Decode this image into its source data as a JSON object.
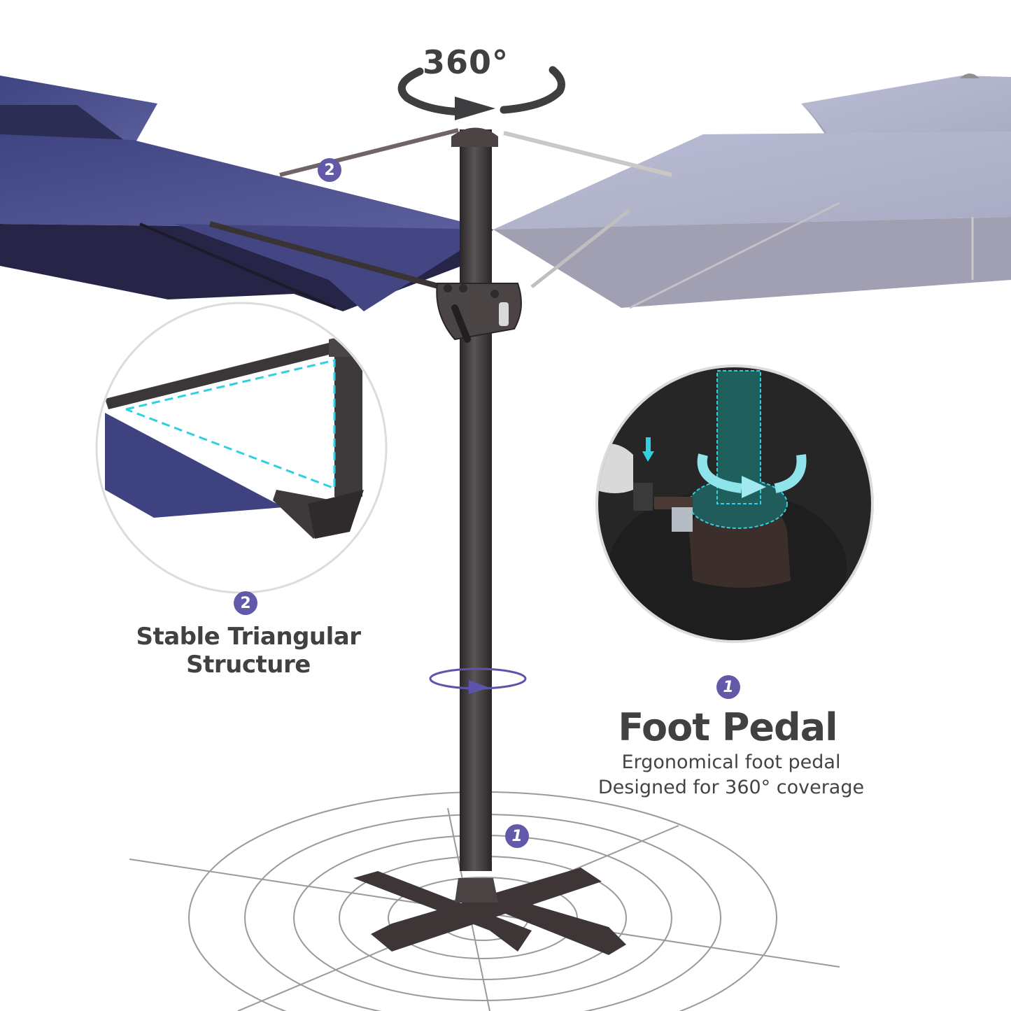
{
  "rotation_label": "360°",
  "features": [
    {
      "number": "2",
      "title_line1": "Stable Triangular",
      "title_line2": "Structure"
    },
    {
      "number": "1",
      "title": "Foot Pedal",
      "description_line1": "Ergonomical foot pedal",
      "description_line2": "Designed for 360° coverage"
    }
  ],
  "callout_badges": {
    "strut_badge": "2",
    "base_badge": "1"
  },
  "colors": {
    "badge": "#6259a8",
    "canopy_front": "#4b4f8e",
    "canopy_ghost": "#a9acc6",
    "pole": "#3e3a3b",
    "highlight_dash": "#2fd0e0",
    "heading_text": "#414143"
  }
}
